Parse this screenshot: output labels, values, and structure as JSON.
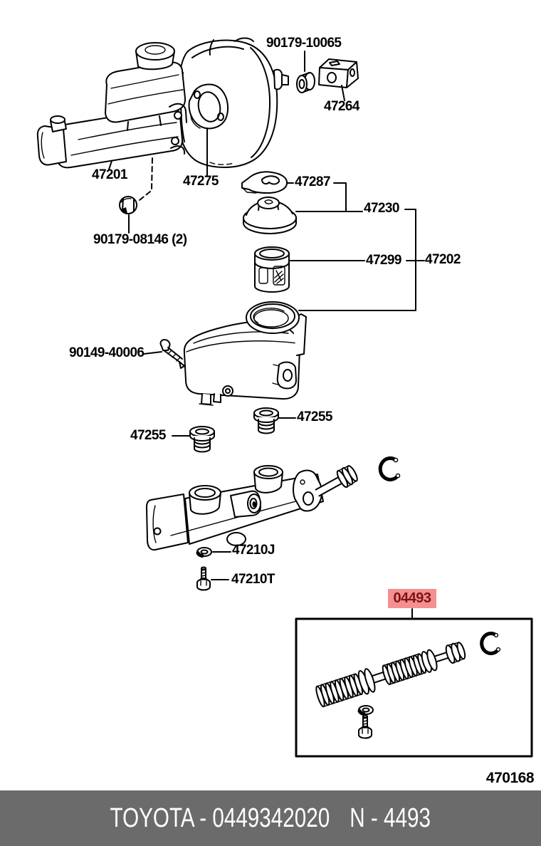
{
  "colors": {
    "highlight_bg": "#f49090",
    "highlight_text": "#7d1410",
    "footer_bar": "#6b6b6b",
    "line": "#000000"
  },
  "diagram": {
    "figure_code": "470168",
    "parts": {
      "booster_nut": "90179-10065",
      "clevis_bracket": "47264",
      "master_cylinder_assy": "47201",
      "booster_gasket": "47275",
      "reservoir_clamp": "47287",
      "reservoir_cap": "47230",
      "mounting_nut": "90179-08146 (2)",
      "reservoir_strainer": "47299",
      "reservoir_assy": "47202",
      "reservoir_screw": "90149-40006",
      "reservoir_grommet": "47255",
      "outlet_washer": "47210J",
      "outlet_bolt": "47210T",
      "repair_kit": "04493"
    },
    "footer": {
      "catalog_text": "TOYOTA - 0449342020",
      "part_note": "N - 4493"
    }
  }
}
